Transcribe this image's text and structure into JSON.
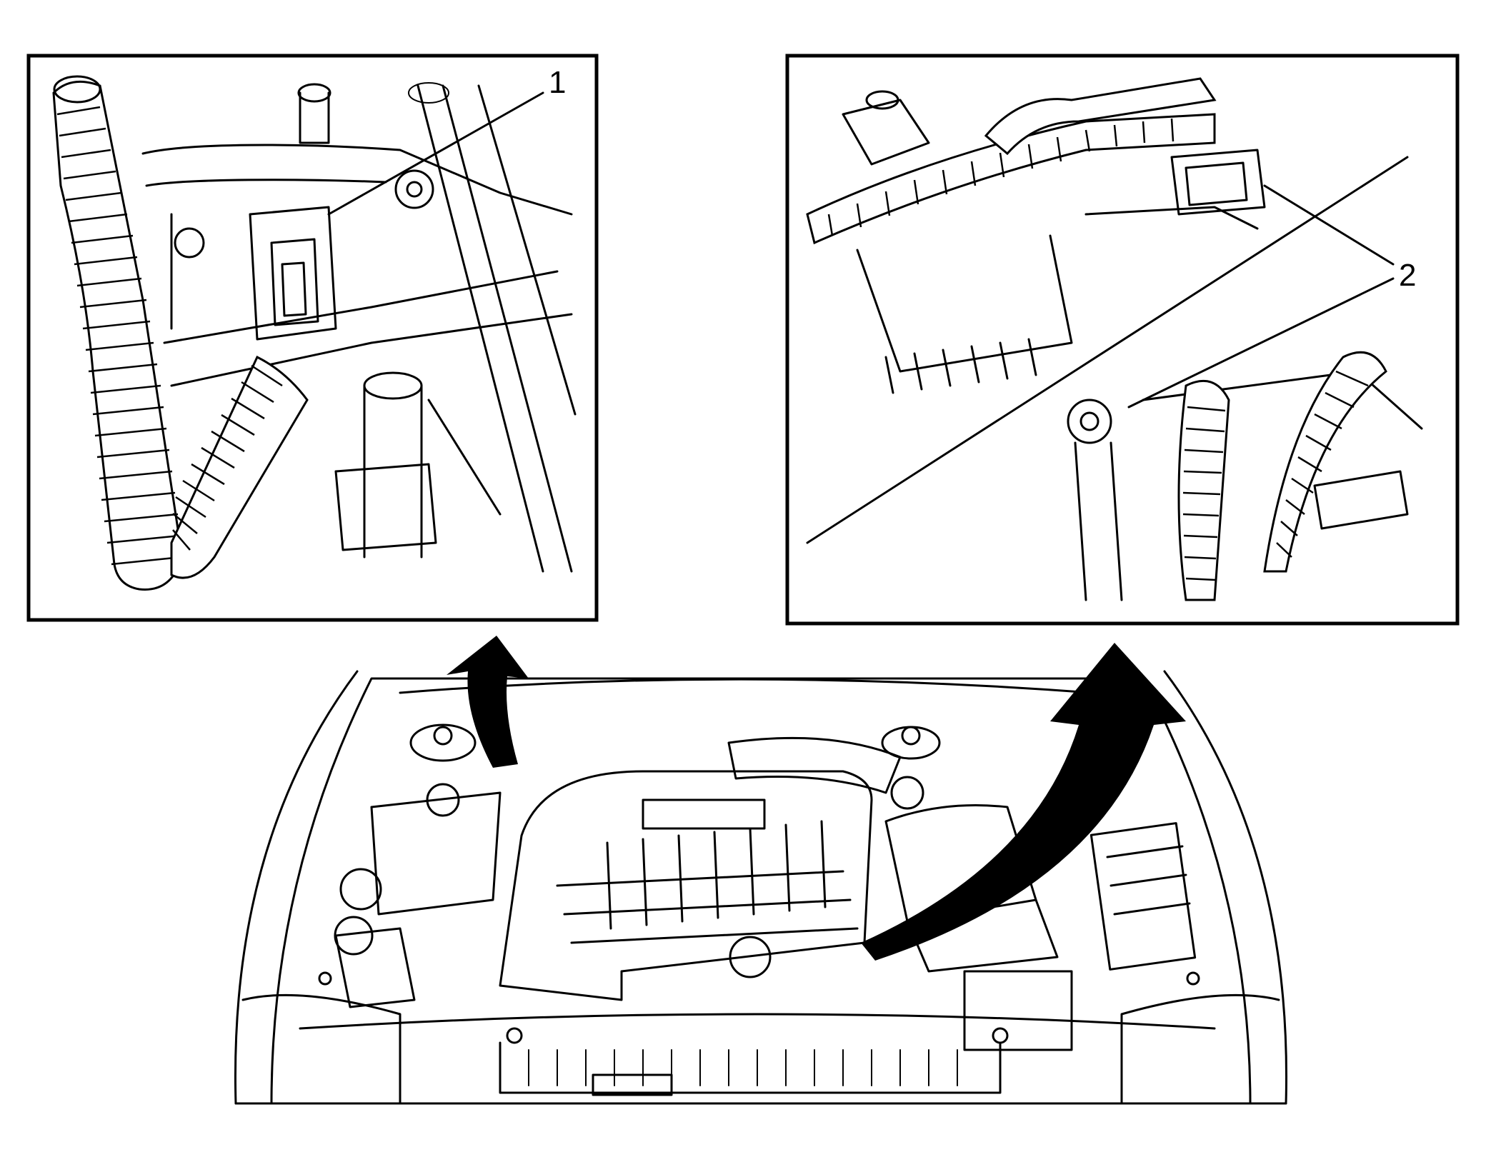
{
  "figure": {
    "callouts": [
      {
        "id": "callout-1",
        "label": "1"
      },
      {
        "id": "callout-2",
        "label": "2"
      }
    ],
    "colors": {
      "line": "#000000",
      "background": "#ffffff"
    }
  }
}
